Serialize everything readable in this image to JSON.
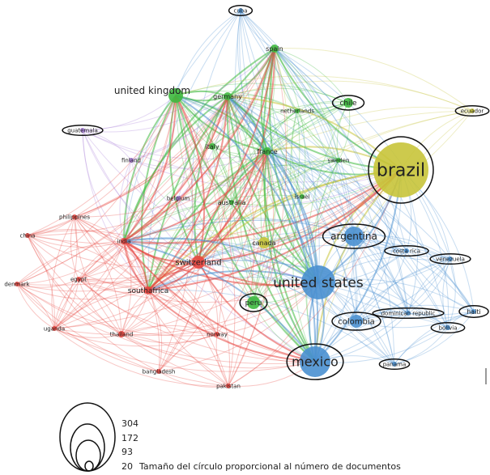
{
  "colors": {
    "red": "#e8463f",
    "green": "#3fb93f",
    "blue": "#4a90d0",
    "yellow": "#c8c43a",
    "purple": "#a57ad6"
  },
  "nodes": [
    {
      "label": "cuba",
      "cluster": "blue",
      "highlight": true,
      "docs": 3
    },
    {
      "label": "spain",
      "cluster": "green",
      "highlight": false,
      "docs": 25
    },
    {
      "label": "united kingdom",
      "cluster": "green",
      "highlight": false,
      "docs": 60
    },
    {
      "label": "germany",
      "cluster": "green",
      "highlight": false,
      "docs": 30
    },
    {
      "label": "chile",
      "cluster": "green",
      "highlight": true,
      "docs": 20
    },
    {
      "label": "netherlands",
      "cluster": "green",
      "highlight": false,
      "docs": 15
    },
    {
      "label": "ecuador",
      "cluster": "yellow",
      "highlight": true,
      "docs": 5
    },
    {
      "label": "guatemala",
      "cluster": "purple",
      "highlight": true,
      "docs": 5
    },
    {
      "label": "italy",
      "cluster": "green",
      "highlight": false,
      "docs": 15
    },
    {
      "label": "france",
      "cluster": "green",
      "highlight": false,
      "docs": 20
    },
    {
      "label": "sweden",
      "cluster": "green",
      "highlight": false,
      "docs": 10
    },
    {
      "label": "finland",
      "cluster": "purple",
      "highlight": false,
      "docs": 5
    },
    {
      "label": "brazil",
      "cluster": "yellow",
      "highlight": true,
      "docs": 304
    },
    {
      "label": "belgium",
      "cluster": "purple",
      "highlight": false,
      "docs": 8
    },
    {
      "label": "australia",
      "cluster": "green",
      "highlight": false,
      "docs": 15
    },
    {
      "label": "israel",
      "cluster": "green",
      "highlight": false,
      "docs": 5
    },
    {
      "label": "philippines",
      "cluster": "red",
      "highlight": false,
      "docs": 10
    },
    {
      "label": "china",
      "cluster": "red",
      "highlight": false,
      "docs": 8
    },
    {
      "label": "india",
      "cluster": "red",
      "highlight": false,
      "docs": 15
    },
    {
      "label": "canada",
      "cluster": "yellow",
      "highlight": false,
      "docs": 25
    },
    {
      "label": "argentina",
      "cluster": "blue",
      "highlight": true,
      "docs": 40
    },
    {
      "label": "costa rica",
      "cluster": "blue",
      "highlight": true,
      "docs": 8
    },
    {
      "label": "venezuela",
      "cluster": "blue",
      "highlight": true,
      "docs": 8
    },
    {
      "label": "switzerland",
      "cluster": "red",
      "highlight": false,
      "docs": 40
    },
    {
      "label": "united states",
      "cluster": "blue",
      "highlight": false,
      "docs": 172
    },
    {
      "label": "denmark",
      "cluster": "red",
      "highlight": false,
      "docs": 5
    },
    {
      "label": "egypt",
      "cluster": "red",
      "highlight": false,
      "docs": 5
    },
    {
      "label": "southafrica",
      "cluster": "red",
      "highlight": false,
      "docs": 20
    },
    {
      "label": "peru",
      "cluster": "green",
      "highlight": true,
      "docs": 20
    },
    {
      "label": "dominican republic",
      "cluster": "blue",
      "highlight": true,
      "docs": 5
    },
    {
      "label": "colombia",
      "cluster": "blue",
      "highlight": true,
      "docs": 30
    },
    {
      "label": "haiti",
      "cluster": "blue",
      "highlight": true,
      "docs": 8
    },
    {
      "label": "bolivia",
      "cluster": "blue",
      "highlight": true,
      "docs": 5
    },
    {
      "label": "uganda",
      "cluster": "red",
      "highlight": false,
      "docs": 10
    },
    {
      "label": "thailand",
      "cluster": "red",
      "highlight": false,
      "docs": 15
    },
    {
      "label": "norway",
      "cluster": "red",
      "highlight": false,
      "docs": 8
    },
    {
      "label": "mexico",
      "cluster": "blue",
      "highlight": true,
      "docs": 93
    },
    {
      "label": "panama",
      "cluster": "blue",
      "highlight": true,
      "docs": 8
    },
    {
      "label": "bangladesh",
      "cluster": "red",
      "highlight": false,
      "docs": 8
    },
    {
      "label": "pakistan",
      "cluster": "red",
      "highlight": false,
      "docs": 8
    }
  ],
  "legend": {
    "values": [
      "304",
      "172",
      "93",
      "20"
    ],
    "caption": "Tamaño del círculo proporcional al número de documentos"
  }
}
